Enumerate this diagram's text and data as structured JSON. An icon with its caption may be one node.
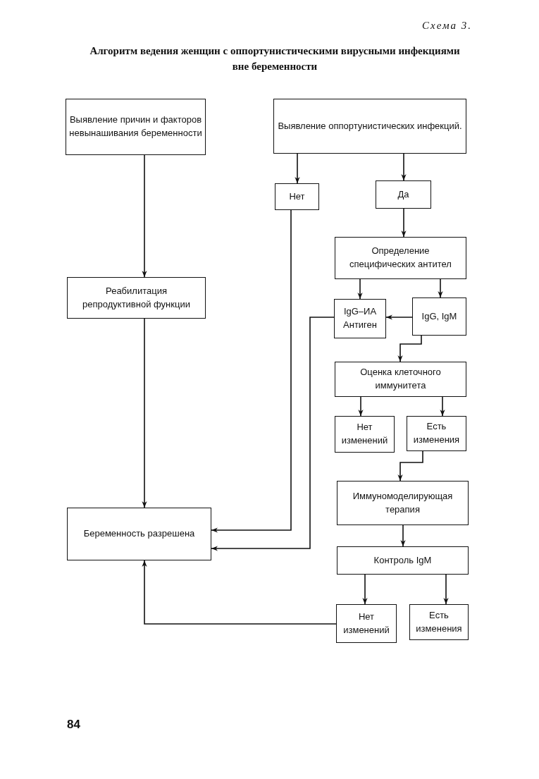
{
  "diagram": {
    "title": "Алгоритм ведения женщин с оппортунистическими вирусными инфекциями вне беременности",
    "nodes": [
      {
        "text": [
          "Выявление причин и факторов невынашивания беременности"
        ]
      },
      {
        "text": [
          "Выявление оппортунистических инфекций."
        ]
      },
      {
        "text": [
          "Нет"
        ]
      },
      {
        "text": [
          "Да"
        ]
      },
      {
        "text": [
          "Реабилитация репродуктивной функции"
        ]
      },
      {
        "text": [
          "Определение специфических антител"
        ]
      },
      {
        "text": [
          "IgG–ИА Антиген"
        ]
      },
      {
        "text": [
          "IgG, IgM"
        ]
      },
      {
        "text": [
          "Оценка клеточного иммунитета"
        ]
      },
      {
        "text": [
          "Нет изменений"
        ]
      },
      {
        "text": [
          "Есть изменения"
        ]
      },
      {
        "text": [
          "Беременность разрешена"
        ]
      },
      {
        "text": [
          "Иммуномоделирующая терапия"
        ]
      },
      {
        "text": [
          "Контроль IgM"
        ]
      },
      {
        "text": [
          "Нет изменений"
        ]
      },
      {
        "text": [
          "Есть изменения"
        ]
      }
    ],
    "edges": [
      {
        "from": 0,
        "to": 4,
        "arrow": "to"
      },
      {
        "from": 4,
        "to": 11,
        "arrow": "to"
      },
      {
        "from": 1,
        "to": 2,
        "arrow": "to"
      },
      {
        "from": 1,
        "to": 3,
        "arrow": "to"
      },
      {
        "from": 3,
        "to": 5,
        "arrow": "to"
      },
      {
        "from": 5,
        "to": 6,
        "arrow": "to"
      },
      {
        "from": 5,
        "to": 7,
        "arrow": "to"
      },
      {
        "from": 7,
        "to": 6,
        "arrow": "to"
      },
      {
        "from": 7,
        "to": 8,
        "arrow": "to"
      },
      {
        "from": 2,
        "to": 11,
        "arrow": "to"
      },
      {
        "from": 6,
        "to": 11,
        "arrow": "to"
      },
      {
        "from": 8,
        "to": 9,
        "arrow": "to"
      },
      {
        "from": 8,
        "to": 10,
        "arrow": "to"
      },
      {
        "from": 10,
        "to": 12,
        "arrow": "to"
      },
      {
        "from": 12,
        "to": 13,
        "arrow": "to"
      },
      {
        "from": 13,
        "to": 14,
        "arrow": "to"
      },
      {
        "from": 13,
        "to": 15,
        "arrow": "to"
      },
      {
        "from": 14,
        "to": 11,
        "arrow": "to"
      }
    ],
    "labels": [
      "Схема 3.",
      "84"
    ]
  }
}
